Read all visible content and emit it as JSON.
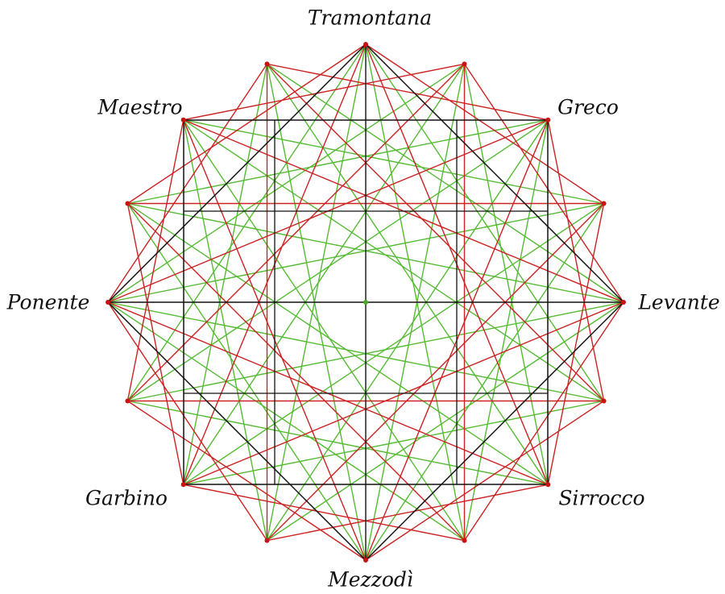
{
  "winds": [
    {
      "key": "tramontana",
      "label": "Tramontana"
    },
    {
      "key": "greco",
      "label": "Greco"
    },
    {
      "key": "levante",
      "label": "Levante"
    },
    {
      "key": "sirrocco",
      "label": "Sirrocco"
    },
    {
      "key": "mezzodi",
      "label": "Mezzodì"
    },
    {
      "key": "garbino",
      "label": "Garbino"
    },
    {
      "key": "ponente",
      "label": "Ponente"
    },
    {
      "key": "maestro",
      "label": "Maestro"
    }
  ],
  "colors": {
    "square_lines": "#111111",
    "red_lines": "#cc2222",
    "green_lines": "#55bb33",
    "vertex_dot": "#cc1111",
    "center_dot": "#44aa22"
  }
}
